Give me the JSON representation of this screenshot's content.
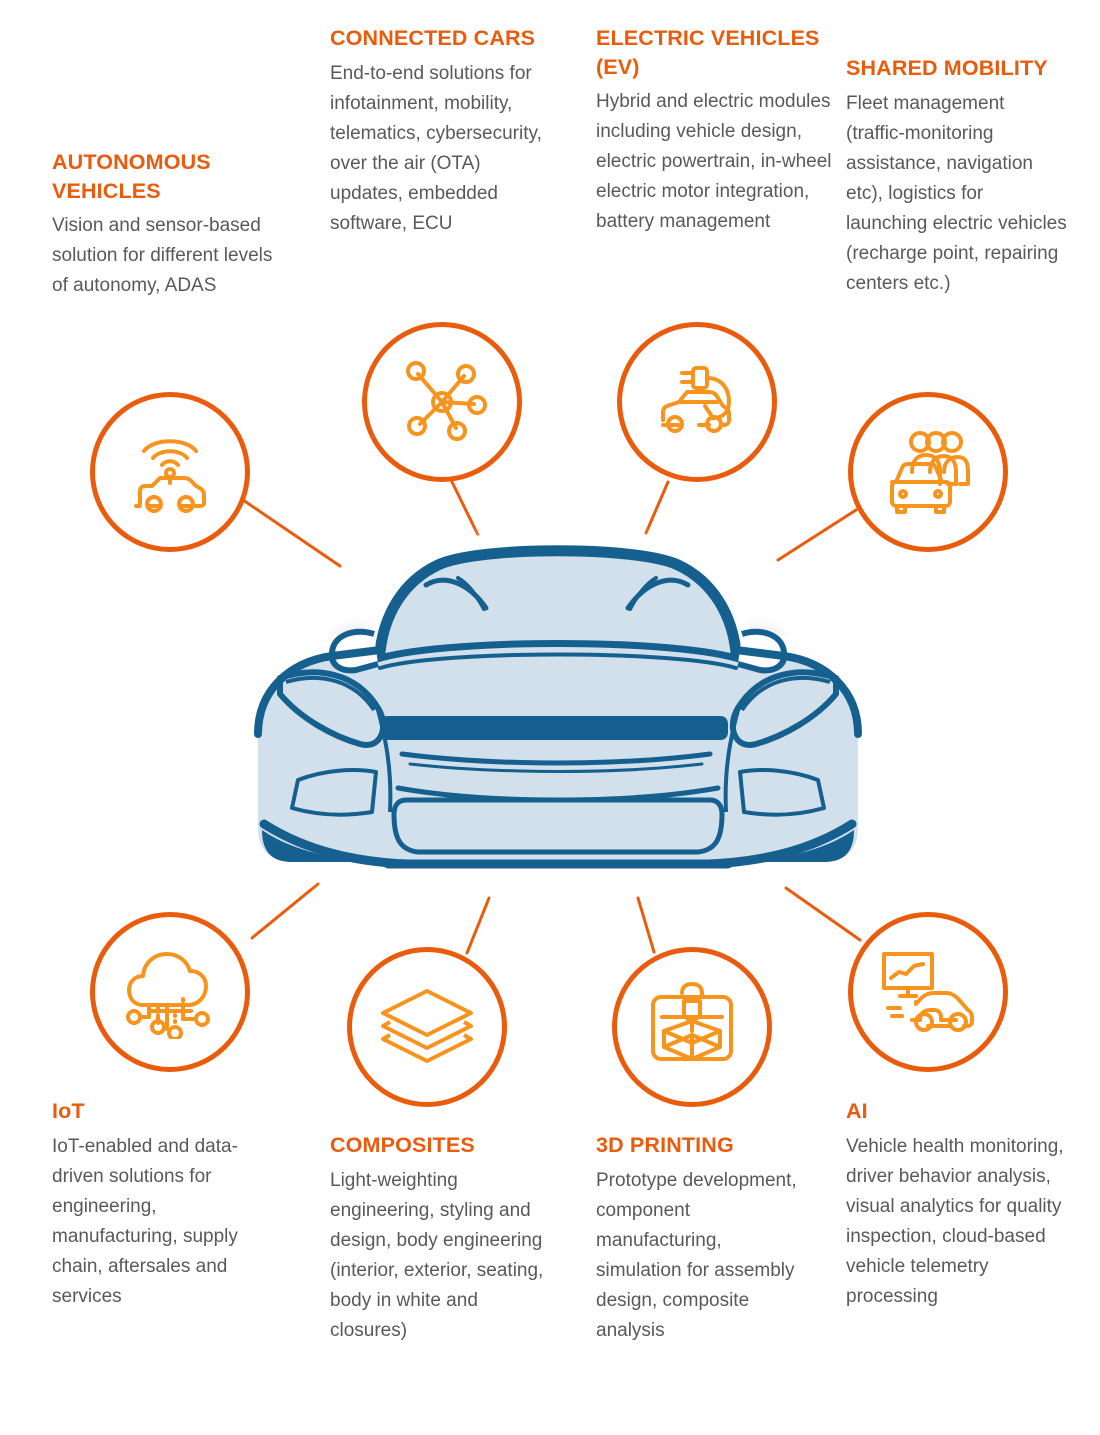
{
  "theme": {
    "accent_orange": "#ea5b0c",
    "icon_orange": "#f7941e",
    "text_gray": "#58595b",
    "car_body_fill": "#d2e0ec",
    "car_outline_blue": "#14608f",
    "background": "#ffffff"
  },
  "center": {
    "subject": "car-front-illustration"
  },
  "topics": [
    {
      "id": "autonomous-vehicles",
      "heading": "AUTONOMOUS VEHICLES",
      "body": "Vision and sensor-based solution for different levels of autonomy, ADAS",
      "icon": "car-with-signal-waves-icon"
    },
    {
      "id": "connected-cars",
      "heading": "CONNECTED CARS",
      "body": "End-to-end solutions for infotainment, mobility, telematics, cybersecurity, over the air (OTA) updates, embedded software, ECU",
      "icon": "network-hub-nodes-icon"
    },
    {
      "id": "electric-vehicles",
      "heading": "ELECTRIC VEHICLES (EV)",
      "body": "Hybrid and electric modules including vehicle design, electric powertrain, in-wheel electric motor integration, battery management",
      "icon": "electric-car-plug-icon"
    },
    {
      "id": "shared-mobility",
      "heading": "SHARED MOBILITY",
      "body": "Fleet management (traffic-monitoring assistance, navigation etc), logistics for launching electric vehicles (recharge point, repairing centers etc.)",
      "icon": "car-with-people-icon"
    },
    {
      "id": "iot",
      "heading": "IoT",
      "body": "IoT-enabled and data-driven solutions for engineering, manufacturing, supply chain, aftersales and services",
      "icon": "cloud-network-icon"
    },
    {
      "id": "composites",
      "heading": "COMPOSITES",
      "body": "Light-weighting engineering, styling and design, body engineering (interior, exterior, seating, body in white and closures)",
      "icon": "stacked-layers-icon"
    },
    {
      "id": "3d-printing",
      "heading": "3D PRINTING",
      "body": "Prototype development, component manufacturing, simulation for assembly design, composite analysis",
      "icon": "3d-printer-cube-icon"
    },
    {
      "id": "ai",
      "heading": "AI",
      "body": "Vehicle health monitoring, driver behavior analysis, visual analytics for quality inspection, cloud-based vehicle telemetry processing",
      "icon": "analytics-monitor-car-icon"
    }
  ]
}
